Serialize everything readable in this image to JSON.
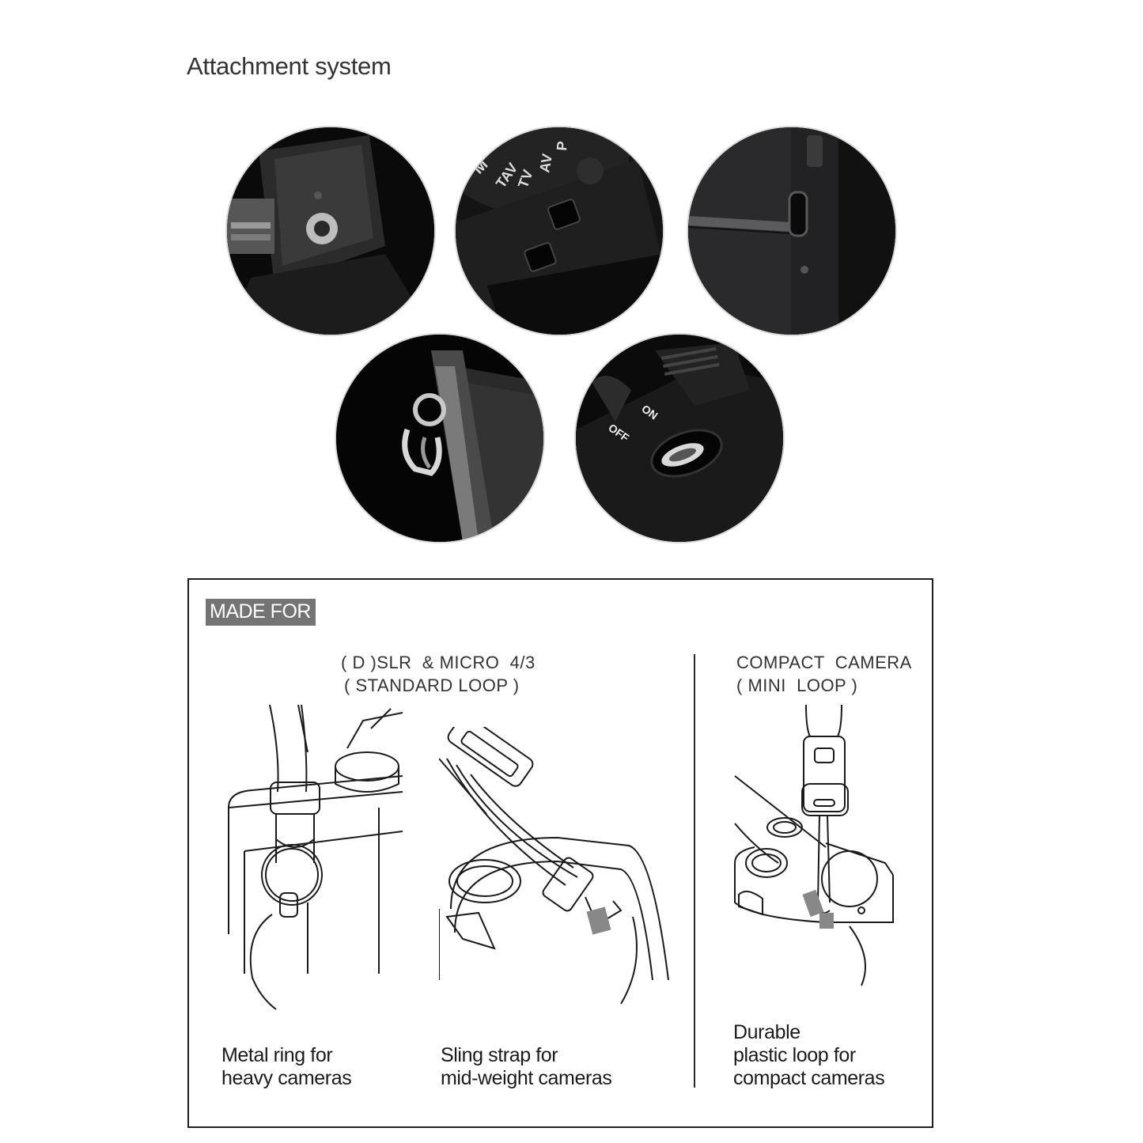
{
  "title": "Attachment system",
  "photos": [
    {
      "icon": "eyelet-lug-photo"
    },
    {
      "icon": "mode-dial-photo",
      "dial_labels": [
        "M",
        "TAV",
        "TV",
        "AV",
        "P"
      ]
    },
    {
      "icon": "side-slot-photo"
    },
    {
      "icon": "split-ring-photo"
    },
    {
      "icon": "power-switch-photo",
      "switch_labels": [
        "OFF",
        "ON"
      ]
    }
  ],
  "made_for": {
    "tag": "MADE FOR",
    "left_heading_line1": "( D )SLR  & MICRO  4/3",
    "left_heading_line2": "( STANDARD LOOP )",
    "right_heading_line1": "COMPACT  CAMERA",
    "right_heading_line2": "( MINI  LOOP )",
    "captions": [
      {
        "line1": "Metal ring for",
        "line2": "heavy cameras"
      },
      {
        "line1": "Sling strap for",
        "line2": "mid-weight cameras"
      },
      {
        "line1": "Durable",
        "line2": "plastic loop for",
        "line3": "compact cameras"
      }
    ]
  }
}
